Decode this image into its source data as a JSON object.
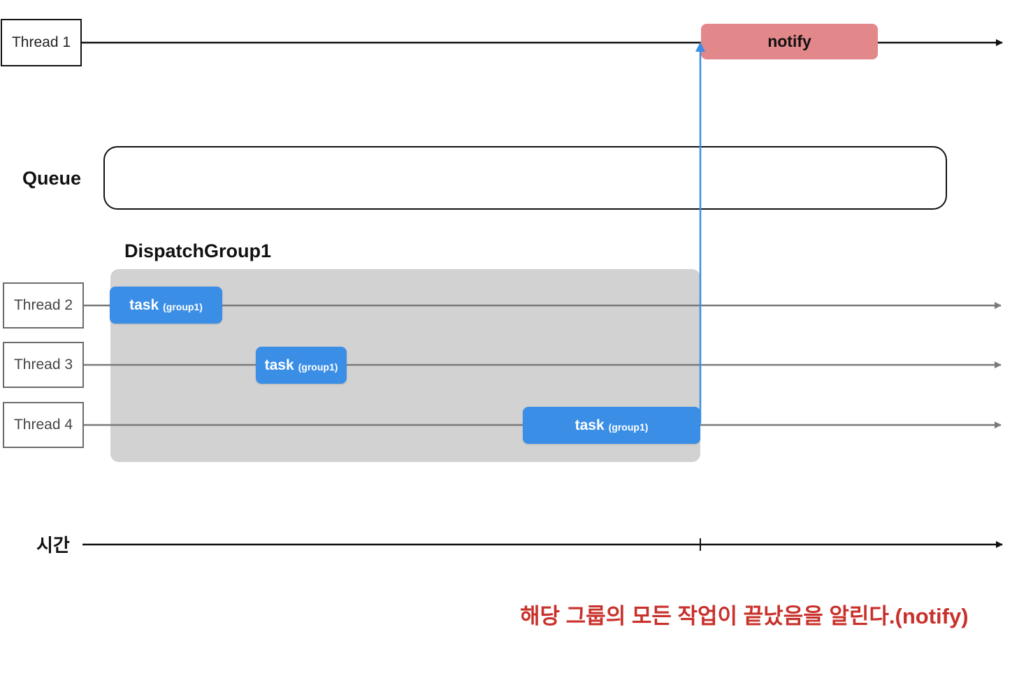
{
  "threads": {
    "main": "Thread 1",
    "workers": [
      "Thread 2",
      "Thread 3",
      "Thread 4"
    ]
  },
  "queue_label": "Queue",
  "group_title": "DispatchGroup1",
  "task": {
    "label": "task",
    "group_tag": "(group1)"
  },
  "notify_label": "notify",
  "time_label": "시간",
  "caption": "해당 그룹의 모든 작업이 끝났음을 알린다.(notify)",
  "colors": {
    "task_blue": "#3a8ee6",
    "notify_red": "#e2878a",
    "group_gray": "#d2d2d2",
    "caption_red": "#c8312b",
    "signal_arrow": "#3a8ee6"
  }
}
